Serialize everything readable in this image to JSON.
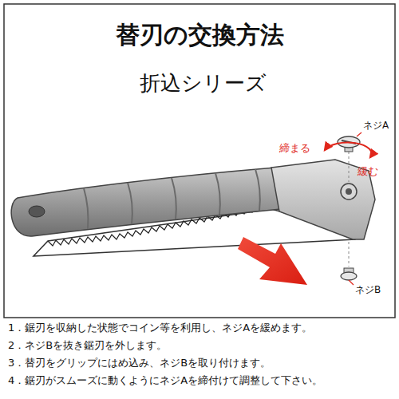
{
  "diagram": {
    "title": "替刃の交換方法",
    "labels": [
      "折込シリーズ",
      "ネジA",
      "締まる",
      "緩む",
      "ネジB",
      "1．鋸刃を収納した状態でコイン等を利用し、ネジAを緩めます。",
      "2．ネジBを抜き鋸刃を外します。",
      "3．替刃をグリップにはめ込み、ネジBを取り付けます。",
      "4．鋸刃がスムーズに動くようにネジAを締付けて調整して下さい。"
    ]
  }
}
